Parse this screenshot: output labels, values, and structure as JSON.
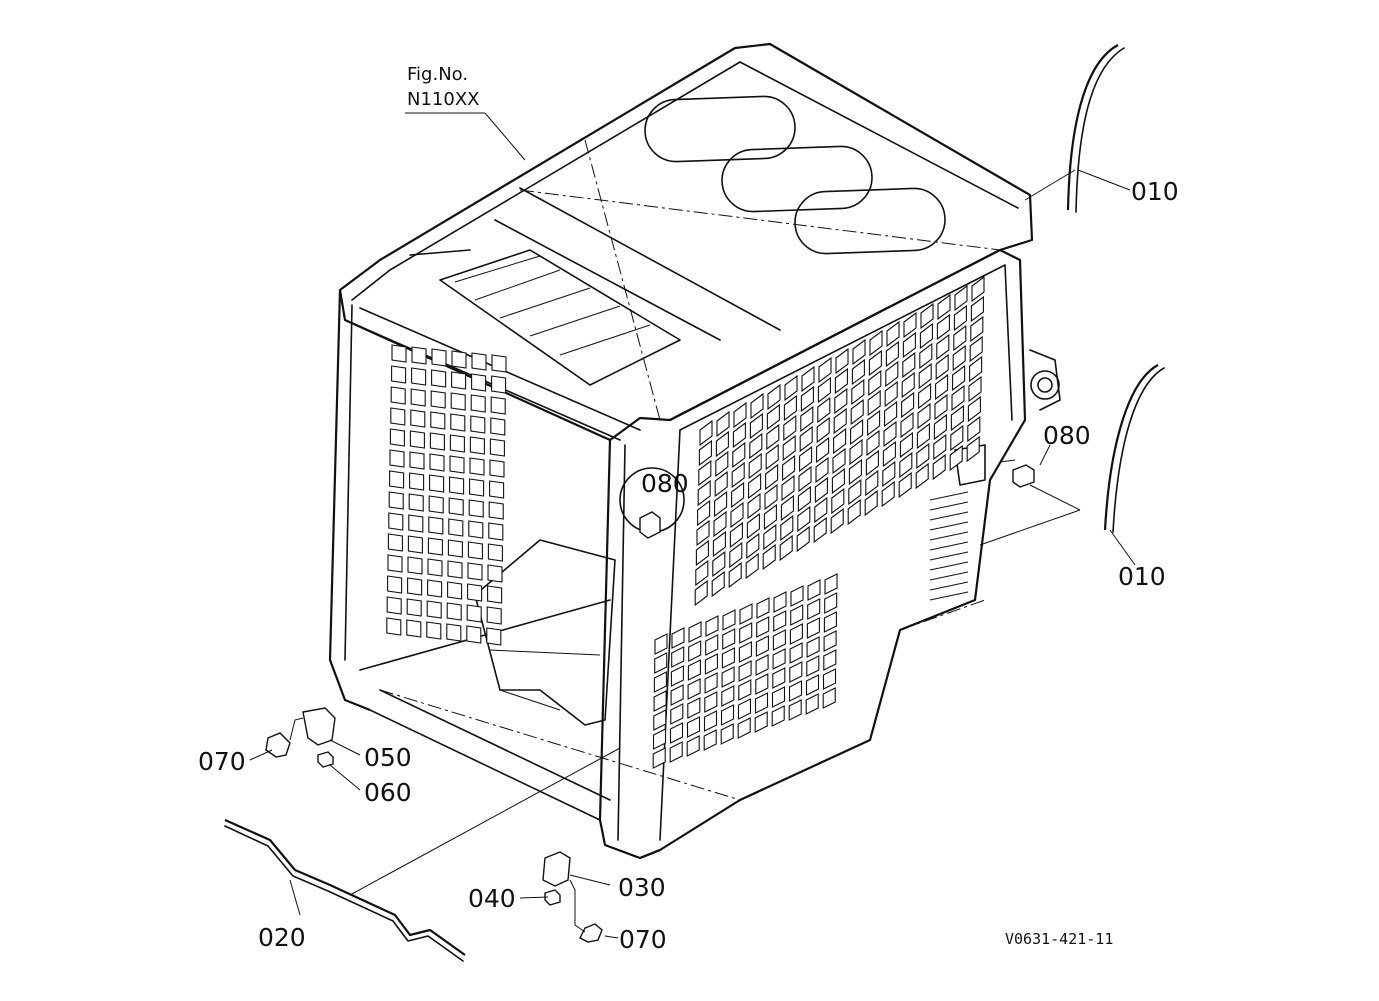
{
  "figure": {
    "fig_label_line1": "Fig.No.",
    "fig_label_line2": "N110XX",
    "drawing_code": "V0631-421-11"
  },
  "parts": {
    "p010_top": "010",
    "p010_right": "010",
    "p020": "020",
    "p030": "030",
    "p040": "040",
    "p050": "050",
    "p060": "060",
    "p070_left": "070",
    "p070_bottom": "070",
    "p080_right": "080",
    "p080_callout": "080"
  }
}
